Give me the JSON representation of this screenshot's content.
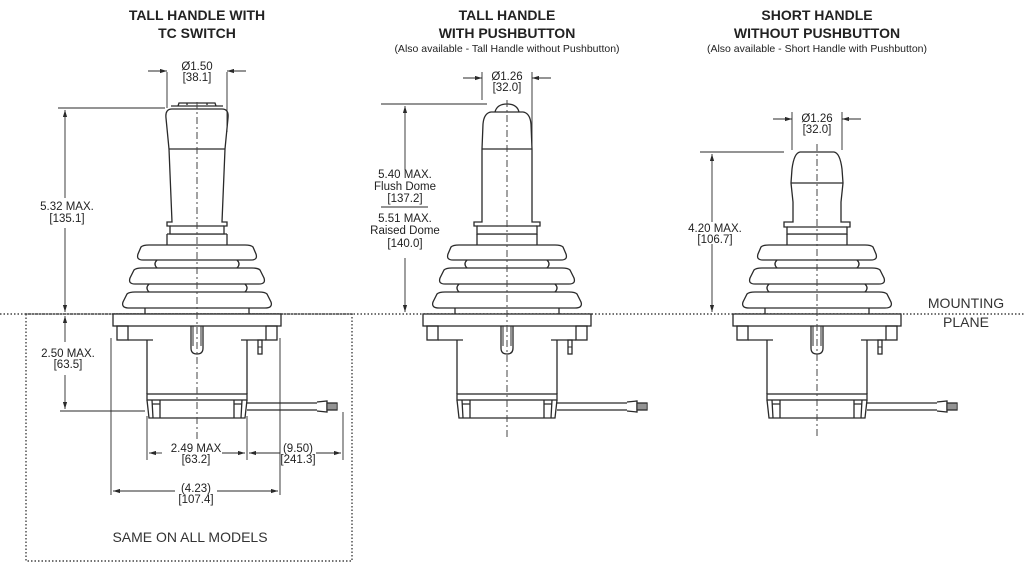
{
  "drawings": [
    {
      "title_line1": "TALL HANDLE WITH",
      "title_line2": "TC SWITCH",
      "subtitle": "",
      "diameter_in": "Ø1.50",
      "diameter_mm": "[38.1]",
      "height_in": "5.32 MAX.",
      "height_mm": "[135.1]"
    },
    {
      "title_line1": "TALL HANDLE",
      "title_line2": "WITH PUSHBUTTON",
      "subtitle": "(Also available - Tall Handle without Pushbutton)",
      "diameter_in": "Ø1.26",
      "diameter_mm": "[32.0]",
      "height_flush_in": "5.40 MAX.",
      "height_flush_label": "Flush Dome",
      "height_flush_mm": "[137.2]",
      "height_raised_in": "5.51 MAX.",
      "height_raised_label": "Raised Dome",
      "height_raised_mm": "[140.0]"
    },
    {
      "title_line1": "SHORT HANDLE",
      "title_line2": "WITHOUT PUSHBUTTON",
      "subtitle": "(Also available - Short Handle with Pushbutton)",
      "diameter_in": "Ø1.26",
      "diameter_mm": "[32.0]",
      "height_in": "4.20 MAX.",
      "height_mm": "[106.7]"
    }
  ],
  "common": {
    "depth_in": "2.50 MAX.",
    "depth_mm": "[63.5]",
    "base_width_in": "2.49 MAX",
    "base_width_mm": "[63.2]",
    "cable_length_in": "(9.50)",
    "cable_length_mm": "[241.3]",
    "flange_width_in": "(4.23)",
    "flange_width_mm": "[107.4]",
    "box_label": "SAME ON ALL MODELS"
  },
  "mounting_plane": {
    "line1": "MOUNTING",
    "line2": "PLANE"
  }
}
